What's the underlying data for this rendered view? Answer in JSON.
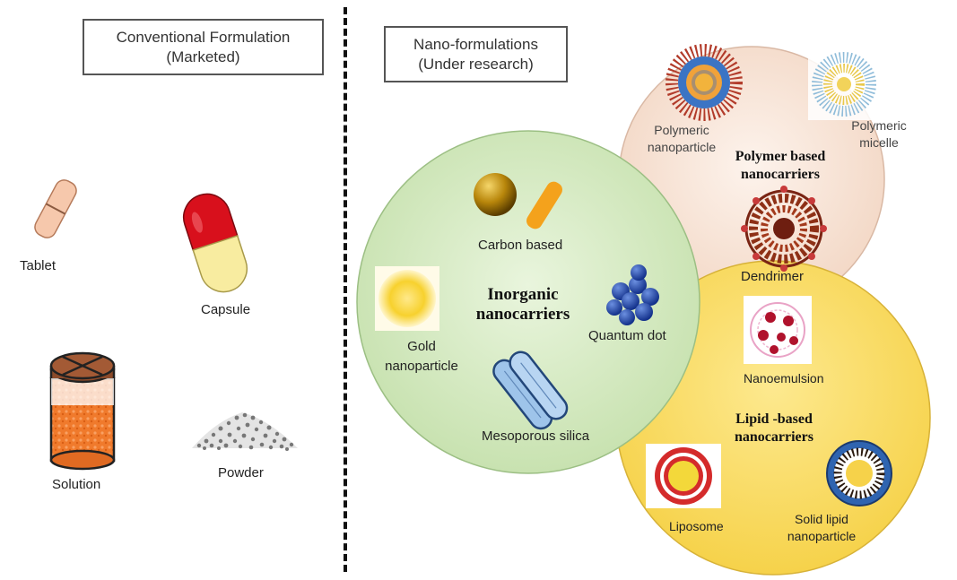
{
  "conventional": {
    "title_line1": "Conventional Formulation",
    "title_line2": "(Marketed)",
    "items": {
      "tablet": "Tablet",
      "capsule": "Capsule",
      "solution": "Solution",
      "powder": "Powder"
    }
  },
  "nano": {
    "title_line1": "Nano-formulations",
    "title_line2": "(Under research)",
    "inorganic": {
      "title_line1": "Inorganic",
      "title_line2": "nanocarriers",
      "carbon": "Carbon based",
      "gold_line1": "Gold",
      "gold_line2": "nanoparticle",
      "quantum": "Quantum dot",
      "silica": "Mesoporous silica"
    },
    "polymer": {
      "title_line1": "Polymer based",
      "title_line2": "nanocarriers",
      "np_line1": "Polymeric",
      "np_line2": "nanoparticle",
      "micelle_line1": "Polymeric",
      "micelle_line2": "micelle",
      "dendrimer": "Dendrimer"
    },
    "lipid": {
      "title_line1": "Lipid -based",
      "title_line2": "nanocarriers",
      "nanoemulsion": "Nanoemulsion",
      "liposome": "Liposome",
      "sln_line1": "Solid lipid",
      "sln_line2": "nanoparticle"
    }
  },
  "colors": {
    "inorganic_fill": "#d6ecc4",
    "polymer_fill": "#f9e6d9",
    "lipid_fill": "#fbdf6e",
    "capsule_red": "#d8101c",
    "capsule_cream": "#f8eca0",
    "solution_orange": "#f07a2c"
  }
}
